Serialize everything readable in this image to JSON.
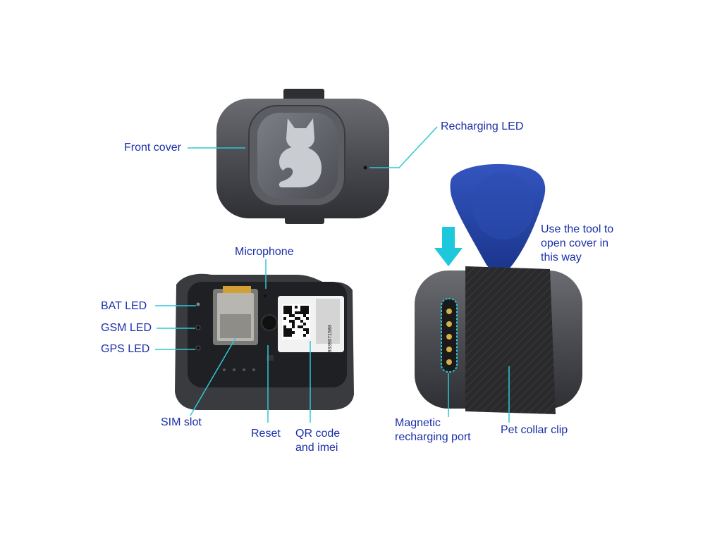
{
  "colors": {
    "label_text": "#1b2fa8",
    "leader_line": "#2ec7d6",
    "arrow": "#1ec8dc",
    "device_body": "#4a4c52",
    "device_face": "#2b2c30",
    "button": "#9a9ea5",
    "pry_tool": "#1f3f9e",
    "strap": "#2a2a2c"
  },
  "labels": {
    "front_cover": "Front cover",
    "recharging_led": "Recharging LED",
    "microphone": "Microphone",
    "bat_led": "BAT LED",
    "gsm_led": "GSM LED",
    "gps_led": "GPS LED",
    "sim_slot": "SIM slot",
    "reset": "Reset",
    "qr_code": "QR code\nand imei",
    "use_tool": "Use the tool to\nopen cover in\nthis way",
    "magnetic_port": "Magnetic\nrecharging port",
    "collar_clip": "Pet collar clip"
  },
  "imei_text": "359339071588",
  "icons": {
    "cat_logo": "cat-icon",
    "down_arrow": "arrow-down-icon"
  }
}
